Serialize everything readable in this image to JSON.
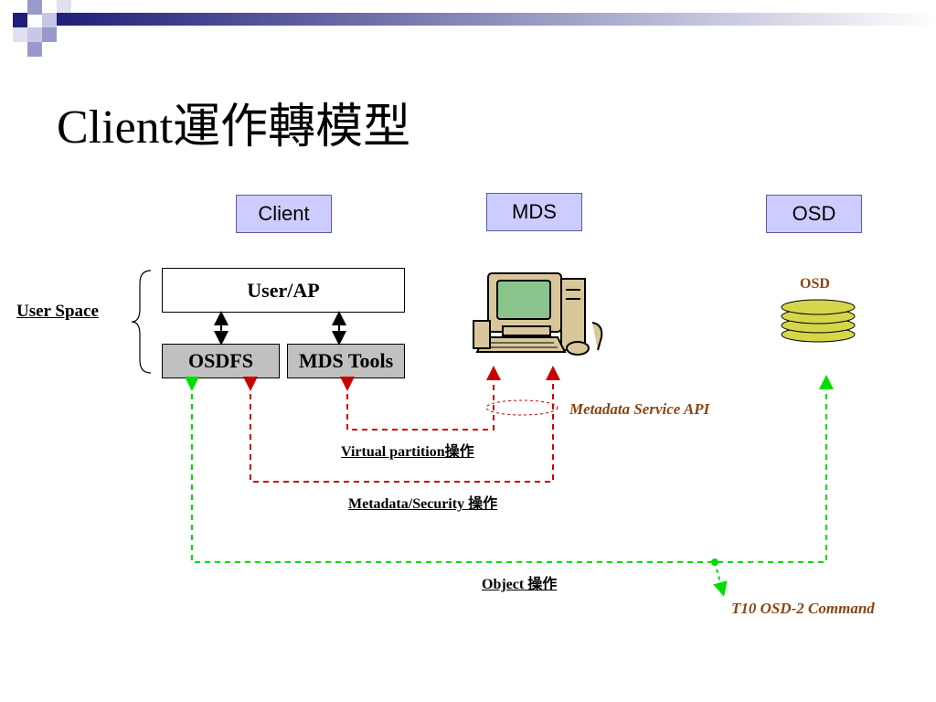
{
  "title": "Client運作轉模型",
  "headers": {
    "client": "Client",
    "mds": "MDS",
    "osd": "OSD"
  },
  "client_stack": {
    "user_ap": "User/AP",
    "osdfs": "OSDFS",
    "mds_tools": "MDS Tools",
    "user_space": "User Space"
  },
  "osd_label": "OSD",
  "annotations": {
    "metadata_api": "Metadata Service API",
    "virtual_partition": "Virtual partition操作",
    "metadata_security": "Metadata/Security 操作",
    "object_ops": "Object 操作",
    "t10_command": "T10 OSD-2 Command"
  },
  "colors": {
    "header_fill": "#ccccff",
    "gray_box": "#c0c0c0",
    "red_path": "#cc0000",
    "green_path": "#00dd00",
    "brown_text": "#8b4513",
    "osd_disk": "#d6d64a",
    "deco_navy": "#1f1f7a"
  },
  "icons": {
    "computer": "computer-icon",
    "disk_stack": "disk-stack-icon"
  }
}
